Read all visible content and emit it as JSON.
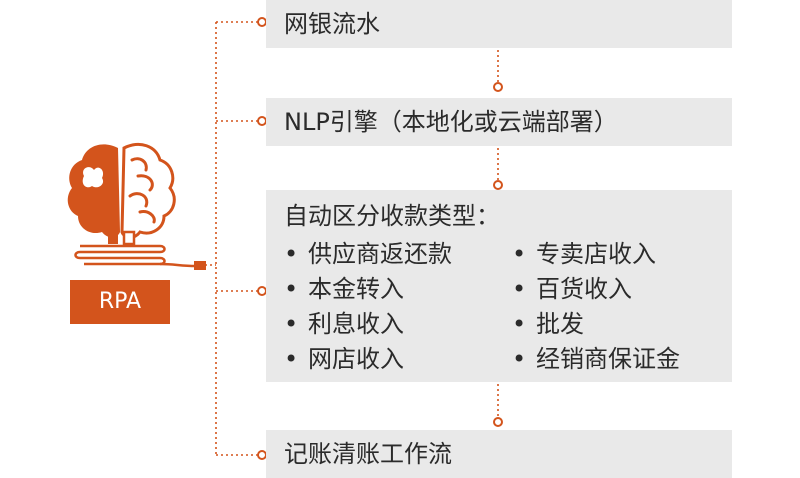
{
  "boxes": {
    "box1": {
      "title": "网银流水"
    },
    "box2": {
      "title": "NLP引擎（本地化或云端部署）"
    },
    "box3": {
      "title": "自动区分收款类型：",
      "bullet": "•",
      "left_items": [
        "供应商返还款",
        "本金转入",
        "利息收入",
        "网店收入"
      ],
      "right_items": [
        "专卖店收入",
        "百货收入",
        "批发",
        "经销商保证金"
      ]
    },
    "box4": {
      "title": "记账清账工作流"
    }
  },
  "rpa": {
    "label": "RPA",
    "icon": "brain-icon"
  },
  "colors": {
    "accent": "#d3541c",
    "box_bg": "#e9e9e9",
    "text": "#2b2b2b"
  }
}
